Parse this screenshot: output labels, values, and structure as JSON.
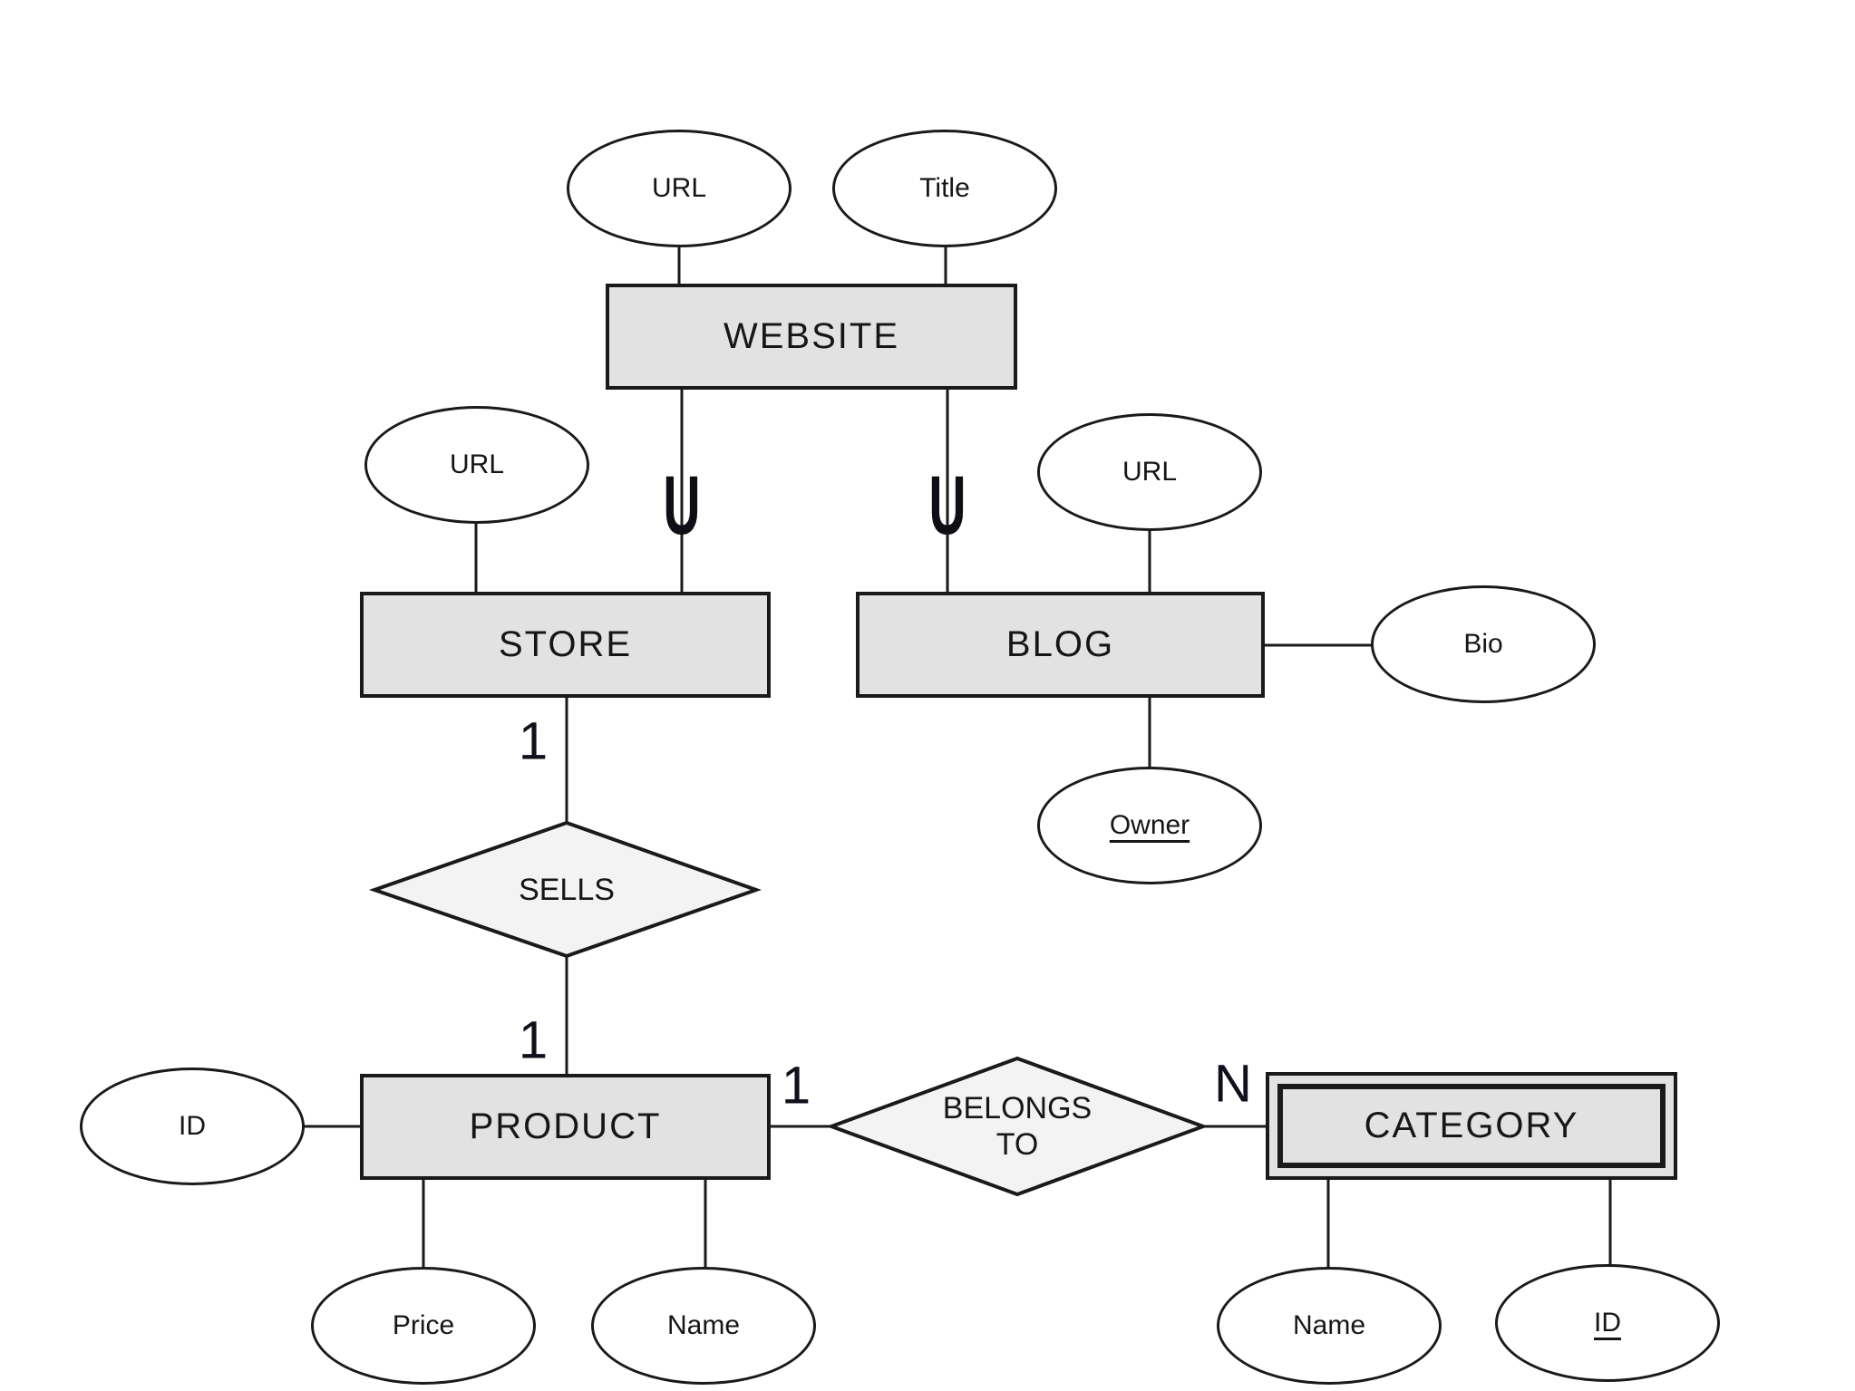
{
  "colors": {
    "background": "#ffffff",
    "entity_fill": "#e2e2e2",
    "relationship_fill": "#f3f3f3",
    "stroke": "#1a1a1a"
  },
  "entities": {
    "website": {
      "label": "WEBSITE"
    },
    "store": {
      "label": "STORE"
    },
    "blog": {
      "label": "BLOG"
    },
    "product": {
      "label": "PRODUCT"
    },
    "category": {
      "label": "CATEGORY",
      "weak_double_border": true
    }
  },
  "relationships": {
    "sells": {
      "label": "SELLS"
    },
    "belongs_to": {
      "label_line1": "BELONGS",
      "label_line2": "TO"
    }
  },
  "attributes": {
    "website_url": {
      "label": "URL"
    },
    "website_title": {
      "label": "Title"
    },
    "store_url": {
      "label": "URL"
    },
    "blog_url": {
      "label": "URL"
    },
    "blog_bio": {
      "label": "Bio"
    },
    "blog_owner": {
      "label": "Owner",
      "underlined_key": true
    },
    "product_id": {
      "label": "ID"
    },
    "product_price": {
      "label": "Price"
    },
    "product_name": {
      "label": "Name"
    },
    "category_name": {
      "label": "Name"
    },
    "category_id": {
      "label": "ID",
      "underlined_key": true
    }
  },
  "cardinalities": {
    "store_sells": "1",
    "sells_product": "1",
    "product_belongs_to": "1",
    "belongs_to_category": "N"
  },
  "isa": {
    "subset_symbol": "U"
  }
}
